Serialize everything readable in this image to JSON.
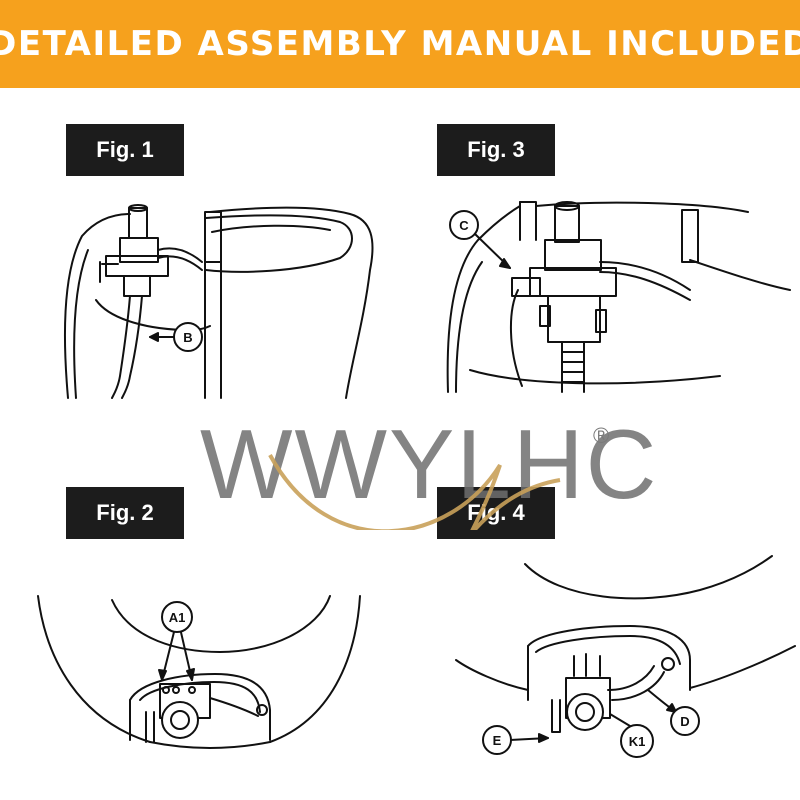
{
  "banner": {
    "title": "DETAILED ASSEMBLY MANUAL INCLUDED",
    "color": "#f6a11d"
  },
  "figures": [
    {
      "label": "Fig. 1",
      "callouts": [
        "B"
      ]
    },
    {
      "label": "Fig. 3",
      "callouts": [
        "C"
      ]
    },
    {
      "label": "Fig. 2",
      "callouts": [
        "A1"
      ]
    },
    {
      "label": "Fig. 4",
      "callouts": [
        "E",
        "K1",
        "D"
      ]
    }
  ],
  "watermark": {
    "brand": "WWYLHC",
    "registered": "®",
    "gold": "#c9a15a"
  }
}
